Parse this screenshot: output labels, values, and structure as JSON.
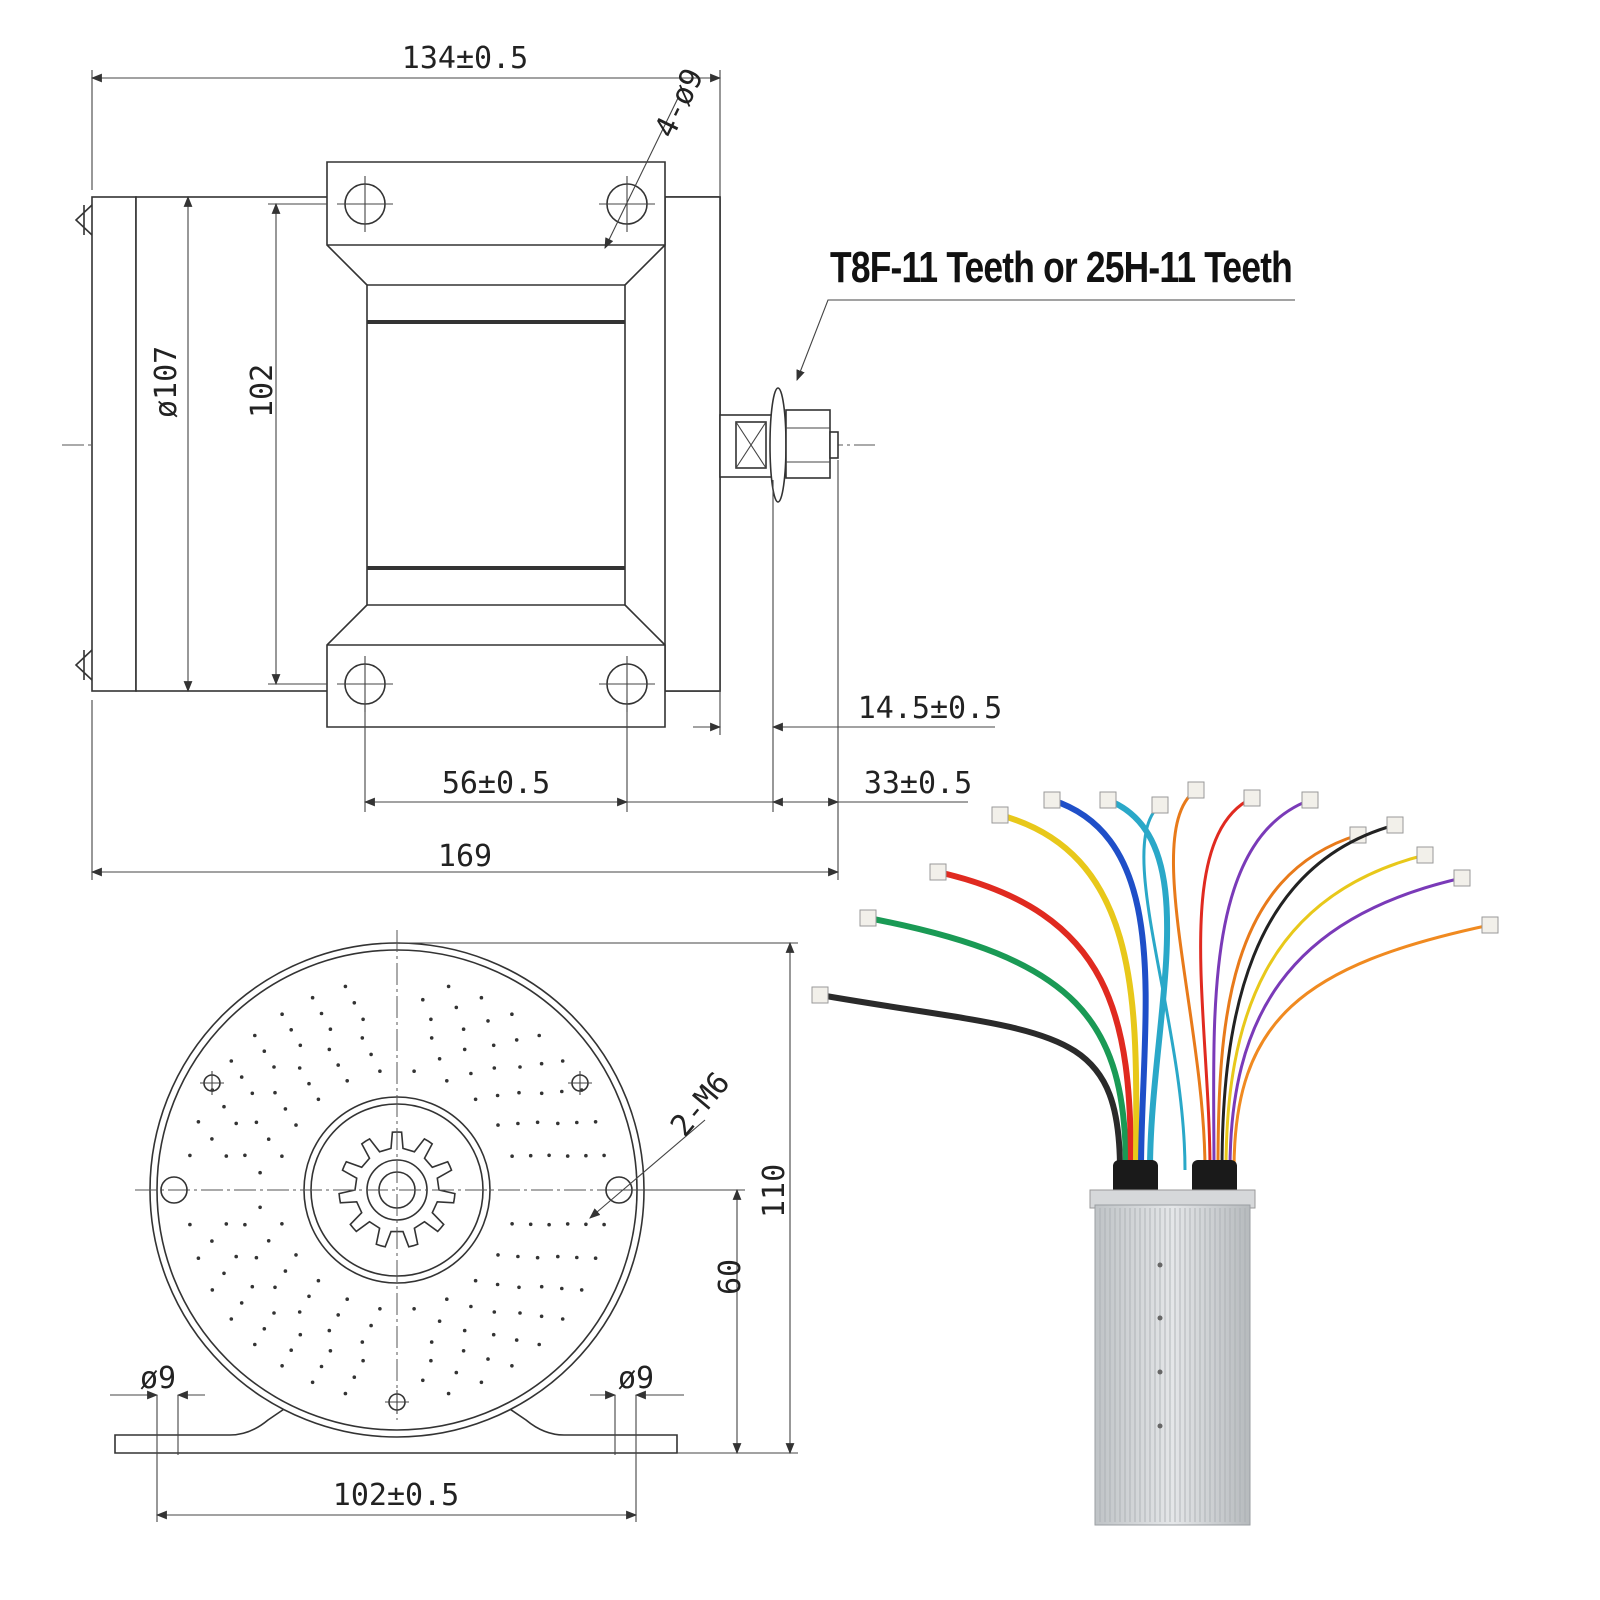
{
  "side_view": {
    "overall_width": "134±0.5",
    "hole_spec": "4-ø9",
    "diameter": "ø107",
    "height": "102",
    "mount_spacing": "56±0.5",
    "shaft_offset": "14.5±0.5",
    "shaft_length": "33±0.5",
    "total_length": "169"
  },
  "sprocket_label": "T8F-11 Teeth or 25H-11 Teeth",
  "front_view": {
    "thread_spec": "2-M6",
    "total_height": "110",
    "center_height": "60",
    "foot_hole_left": "ø9",
    "foot_hole_right": "ø9",
    "foot_spacing": "102±0.5"
  },
  "controller": {
    "wire_colors": [
      "#2a2a2a",
      "#1a9a55",
      "#e02a20",
      "#e8c81a",
      "#1f4fc8",
      "#2aa8c8",
      "#e87a1a",
      "#7a3ab8",
      "#d8b030",
      "#f08a20"
    ]
  }
}
